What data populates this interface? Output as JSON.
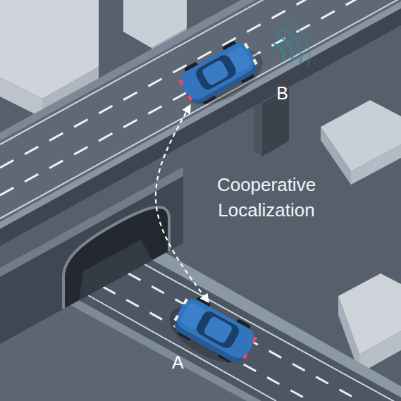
{
  "diagram": {
    "title": "Cooperative Localization",
    "nodes": [
      {
        "text": [
          "B"
        ]
      },
      {
        "text": [
          "A"
        ]
      }
    ],
    "edges": [
      {
        "from": 0,
        "to": 1,
        "arrow": "both"
      }
    ]
  }
}
